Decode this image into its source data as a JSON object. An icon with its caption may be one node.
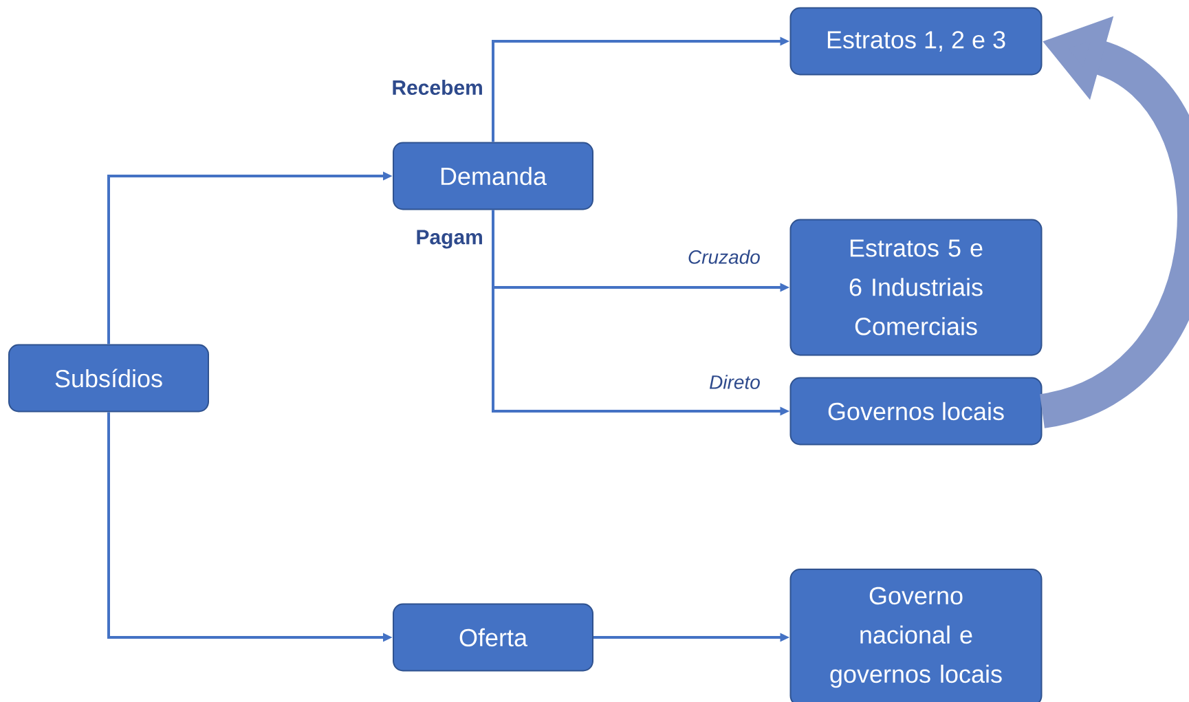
{
  "diagram": {
    "nodes": [
      {
        "text": [
          "Subsídios"
        ]
      },
      {
        "text": [
          "Demanda"
        ]
      },
      {
        "text": [
          "Oferta"
        ]
      },
      {
        "text": [
          "Estratos 1, 2 e 3"
        ]
      },
      {
        "text": [
          "Estratos 5 e 6 Industriais Comerciais"
        ]
      },
      {
        "text": [
          "Governos locais"
        ]
      },
      {
        "text": [
          "Governo nacional e governos locais"
        ]
      }
    ],
    "edges": [
      {
        "from": 0,
        "to": 1,
        "arrow": "to"
      },
      {
        "from": 0,
        "to": 2,
        "arrow": "to"
      },
      {
        "from": 1,
        "to": 3,
        "arrow": "to",
        "label": "Recebem"
      },
      {
        "from": 1,
        "to": 4,
        "arrow": "to",
        "label": "Cruzado"
      },
      {
        "from": 1,
        "to": 5,
        "arrow": "to",
        "label": "Direto"
      },
      {
        "from": 2,
        "to": 6,
        "arrow": "to"
      },
      {
        "from": 5,
        "to": 3,
        "arrow": "to",
        "style": "thick",
        "color": "#8497c9"
      }
    ],
    "labels": [
      "Pagam"
    ]
  }
}
